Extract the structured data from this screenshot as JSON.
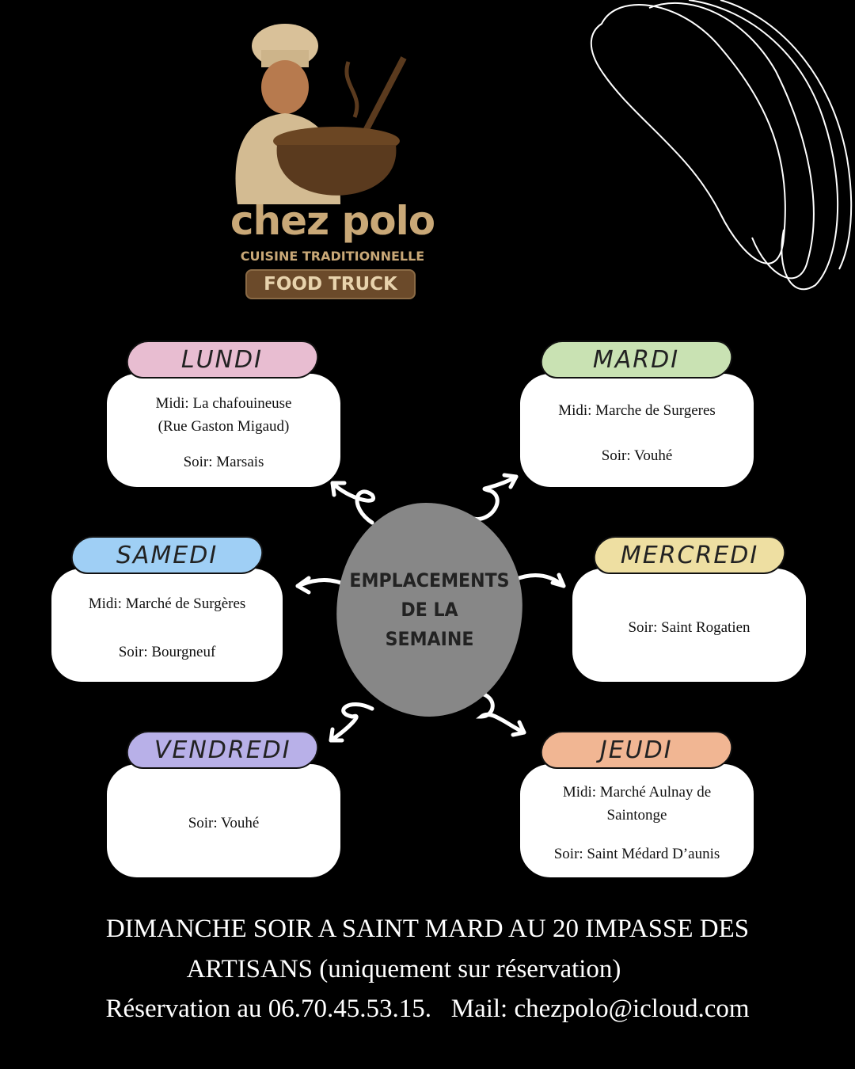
{
  "logo": {
    "name": "chez polo",
    "tagline": "CUISINE TRADITIONNELLE",
    "badge": "FOOD TRUCK"
  },
  "center": {
    "lines": [
      "EMPLACEMENTS",
      "DE LA",
      "SEMAINE"
    ]
  },
  "days": {
    "lundi": {
      "label": "LUNDI",
      "color": "#e8bdd1",
      "lines": [
        "Midi: La chafouineuse",
        "(Rue Gaston Migaud)",
        "Soir: Marsais"
      ]
    },
    "mardi": {
      "label": "MARDI",
      "color": "#c9e2b3",
      "lines": [
        "Midi: Marche de Surgeres",
        "Soir: Vouhé"
      ]
    },
    "samedi": {
      "label": "SAMEDI",
      "color": "#9fcff5",
      "lines": [
        "Midi: Marché de Surgères",
        "Soir: Bourgneuf"
      ]
    },
    "mercredi": {
      "label": "MERCREDI",
      "color": "#eedfa2",
      "lines": [
        "Soir: Saint Rogatien"
      ]
    },
    "vendredi": {
      "label": "VENDREDI",
      "color": "#b8b0e8",
      "lines": [
        "Soir: Vouhé"
      ]
    },
    "jeudi": {
      "label": "JEUDI",
      "color": "#f1b693",
      "lines": [
        "Midi: Marché Aulnay de",
        "Saintonge",
        "Soir: Saint Médard D’aunis"
      ]
    }
  },
  "footer": {
    "line1": "DIMANCHE SOIR A SAINT MARD AU 20 IMPASSE DES",
    "line2": "ARTISANS (uniquement sur réservation)",
    "line3": "Réservation au 06.70.45.53.15.   Mail: chezpolo@icloud.com"
  }
}
